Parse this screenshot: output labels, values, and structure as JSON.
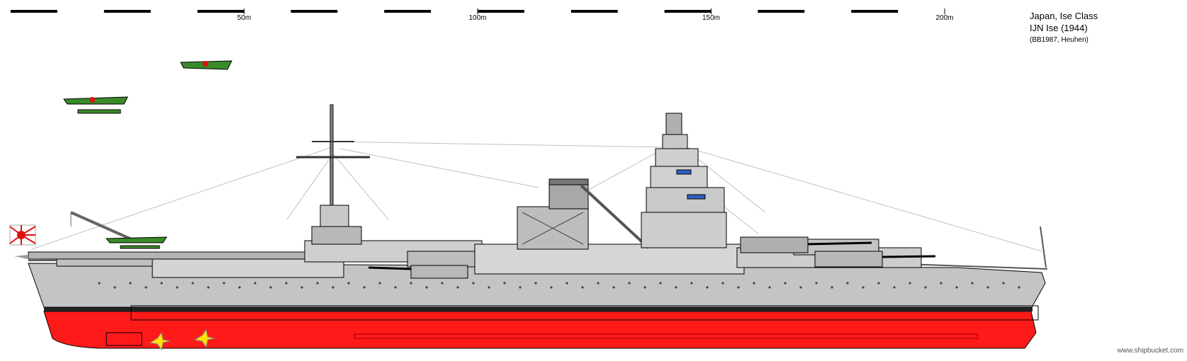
{
  "scale": {
    "ticks": [
      {
        "label": "50m",
        "meters": 50
      },
      {
        "label": "100m",
        "meters": 100
      },
      {
        "label": "150m",
        "meters": 150
      },
      {
        "label": "200m",
        "meters": 200
      }
    ]
  },
  "info": {
    "line1": "Japan, Ise Class",
    "line2": "IJN Ise (1944)",
    "line3": "(BB1987, Heuhen)"
  },
  "credit": "www.shipbucket.com",
  "colors": {
    "hull_red": "#ff1a1a",
    "hull_grey": "#c8c8c8",
    "deck_grey": "#b4b4b4",
    "dark_grey": "#7a7a7a",
    "plane_green": "#3a8a2a",
    "rising_sun_red": "#e01010"
  }
}
